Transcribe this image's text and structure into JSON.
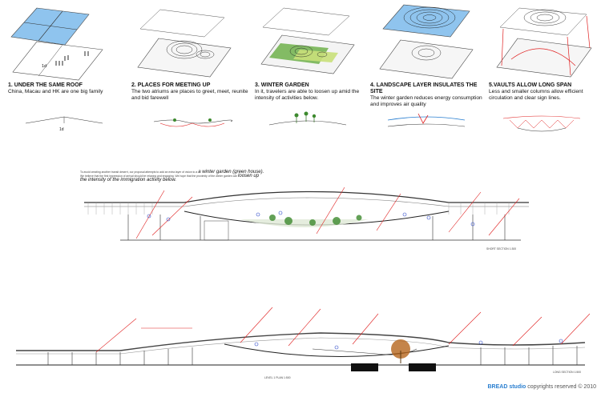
{
  "concepts": [
    {
      "title": "1. UNDER THE SAME ROOF",
      "body": "China, Macau and HK are one big family"
    },
    {
      "title": "2. PLACES FOR MEETING UP",
      "body": "The two atriums are places to greet, meet, reunite and bid farewell"
    },
    {
      "title": "3. WINTER GARDEN",
      "body": "In it, travelers are able to loosen up amid the intensity of activities below."
    },
    {
      "title": "4. LANDSCAPE LAYER INSULATES THE SITE",
      "body": "The winter garden reduces energy consumption and improves air quality"
    },
    {
      "title": "5.VAULTS ALLOW LONG SPAN",
      "body": "Less and smaller columns allow efficient  circulation and clear sign lines."
    }
  ],
  "mini_label": "1d",
  "short_section": {
    "note_line1": "To avoid creating another transit deserrt, our proposal attempts to add an extra layer of vision to a",
    "note_emph1": "a winter garden (green house).",
    "note_line2": "We believe that the first impression of arrival should be relaxing and engaging. We hope that the proximity of the winter garden can",
    "note_emph2": "loosen up",
    "note_emph3": "the intensity of the immigration activity below.",
    "label": "SHORT SECTION 1:300"
  },
  "long_section": {
    "label": "LONG SECTION 1:500",
    "level_label": "LEVEL 1 PLAN 1:500"
  },
  "footer": {
    "brand": "BREAD studio",
    "rights": "copyrights reserved © 2010"
  },
  "colors": {
    "roof_blue": "#8fc4ee",
    "annot_red": "#e02020",
    "garden_green": "#6fb04a",
    "accent_blue": "#2a7fd0"
  }
}
